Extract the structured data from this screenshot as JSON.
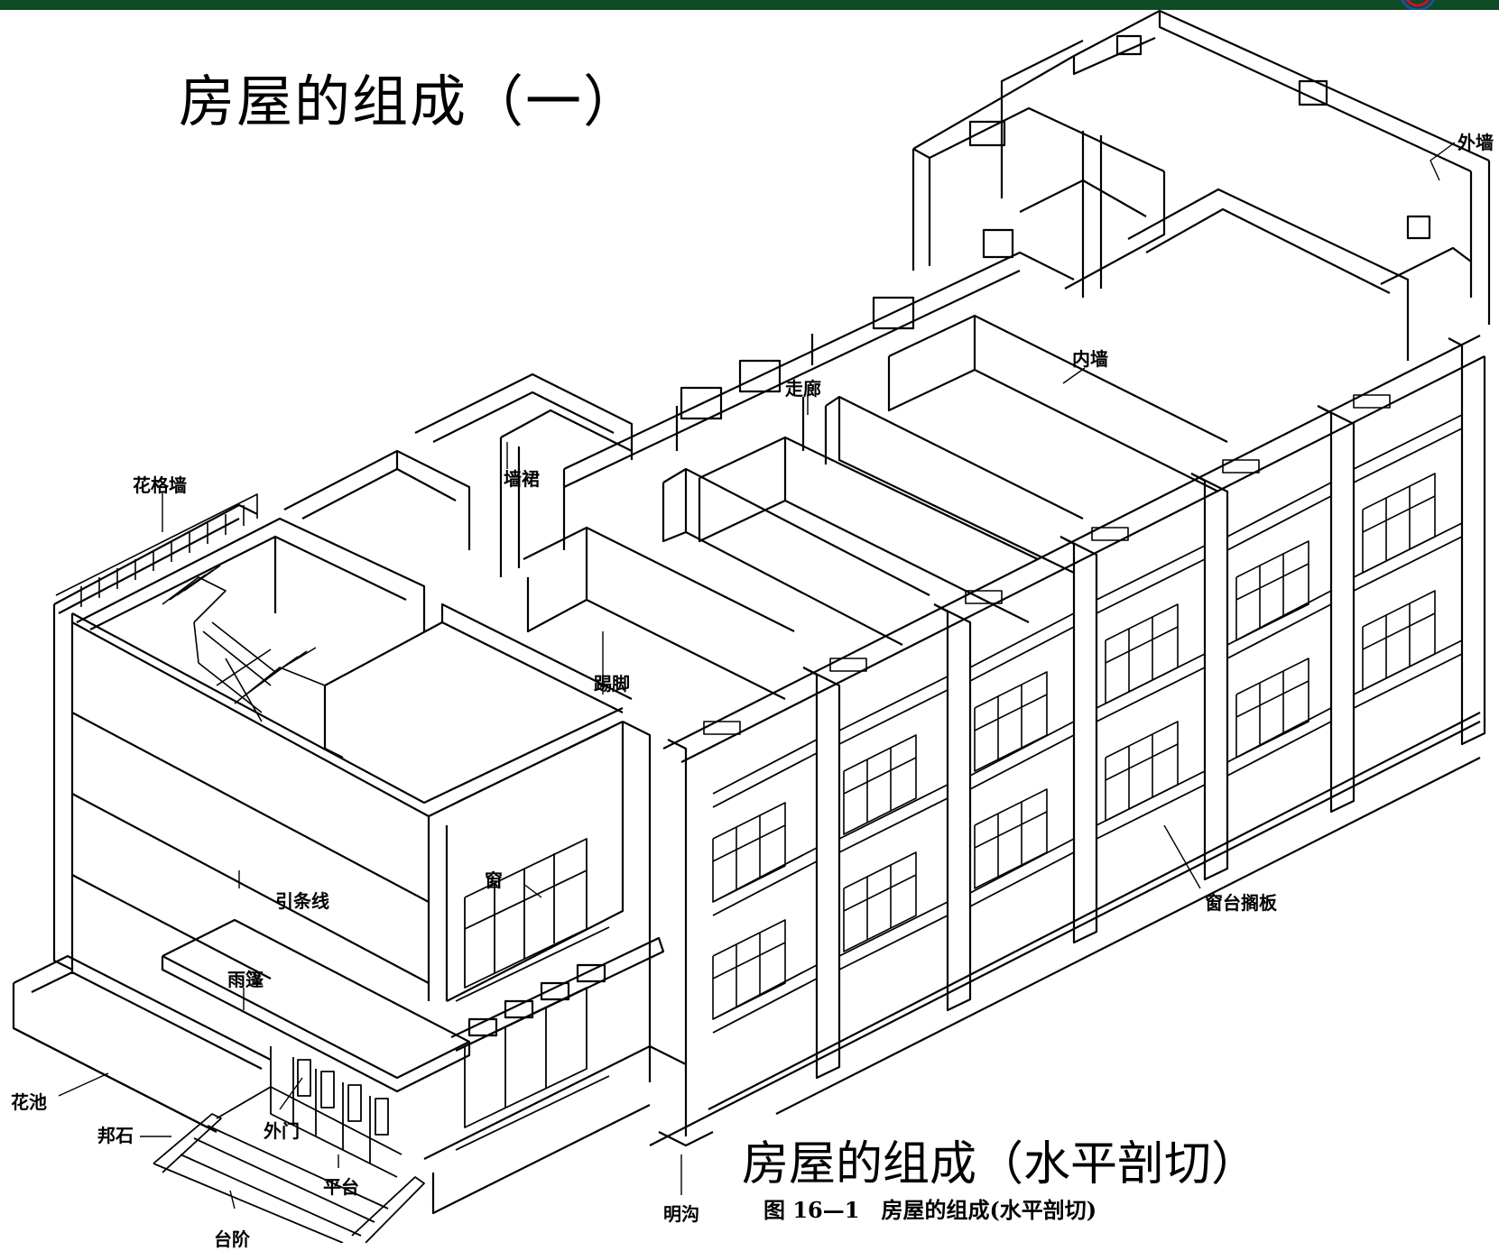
{
  "colors": {
    "top_bar": "#0e4a26",
    "logo_red": "#c8102e",
    "logo_blue": "#1d4fa0",
    "line": "#000000"
  },
  "title": "房屋的组成（一）",
  "subtitle": "房屋的组成（水平剖切）",
  "figure_caption": "图 16—1　房屋的组成(水平剖切)",
  "labels": {
    "exterior_wall": "外墙",
    "interior_wall": "内墙",
    "corridor": "走廊",
    "wall_skirting": "墙裙",
    "lattice_wall": "花格墙",
    "baseboard": "踢脚",
    "window": "窗",
    "window_sill_board": "窗台搁板",
    "string_course": "引条线",
    "canopy": "雨篷",
    "flower_bed": "花池",
    "curb_stone": "邦石",
    "exterior_door": "外门",
    "platform": "平台",
    "steps": "台阶",
    "open_drain": "明沟"
  }
}
